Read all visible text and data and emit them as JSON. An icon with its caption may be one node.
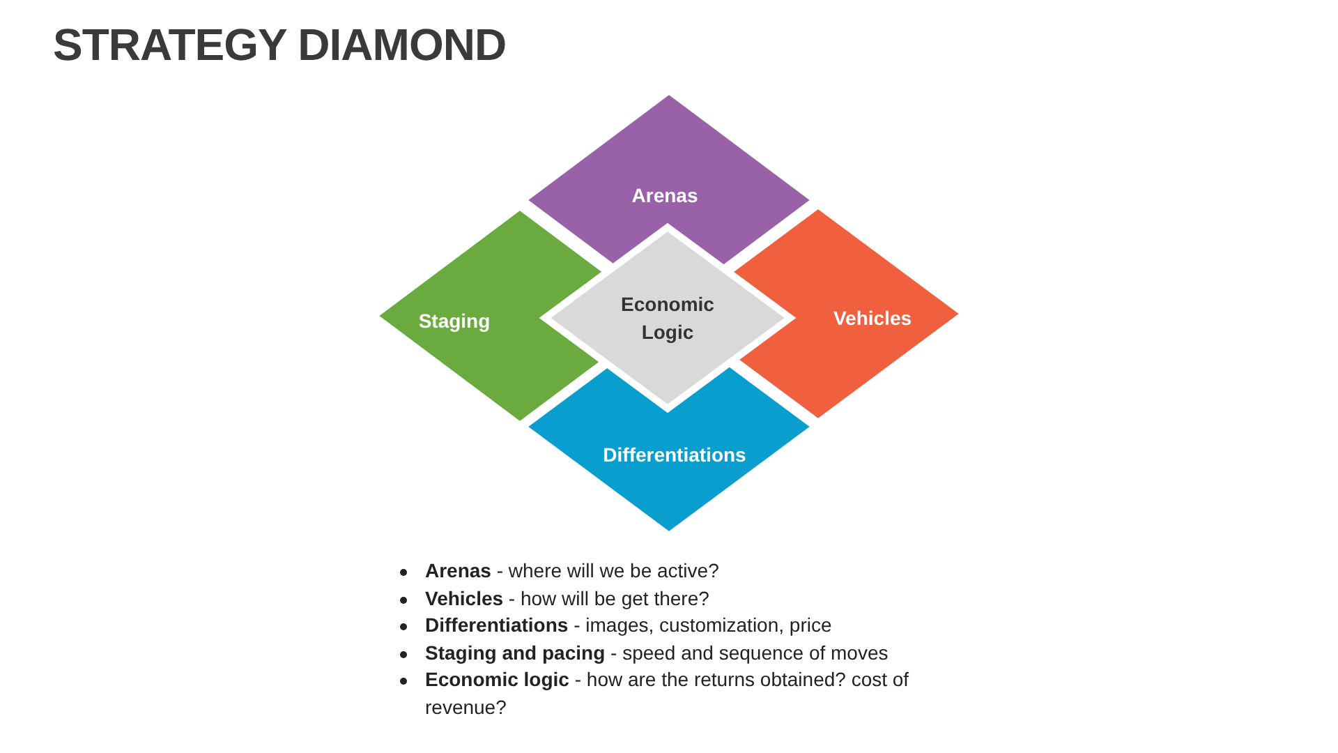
{
  "diagram": {
    "title": "STRATEGY DIAMOND",
    "nodes": [
      {
        "text": [
          "Arenas"
        ]
      },
      {
        "text": [
          "Staging"
        ]
      },
      {
        "text": [
          "Economic Logic"
        ]
      },
      {
        "text": [
          "Vehicles"
        ]
      },
      {
        "text": [
          "Differentiations"
        ]
      }
    ],
    "labels": [
      "**Arenas** - where will we be active?",
      "**Vehicles** - how will be get there?",
      "**Differentiations** - images, customization, price",
      "**Staging and pacing** - speed and sequence of moves",
      "**Economic logic** - how are the returns obtained? cost of revenue?"
    ]
  }
}
